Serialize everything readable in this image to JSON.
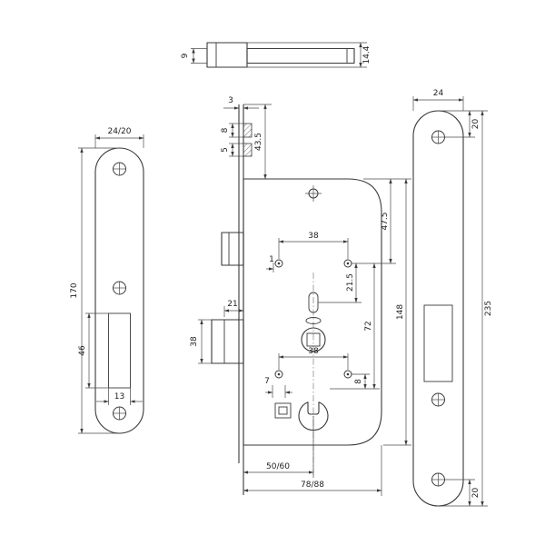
{
  "style": {
    "background": "#ffffff",
    "line_color": "#3a3a3a",
    "dim_color": "#4a4a4a",
    "text_color": "#1e1e1e"
  },
  "views": {
    "spindle": {
      "dim_shaft_height": "9",
      "dim_head_height": "14.4"
    },
    "left_plate": {
      "dim_width": "24/20",
      "dim_length": "170",
      "dim_cutout_length": "46",
      "dim_cutout_width": "13"
    },
    "lock_body": {
      "dim_faceplate_thickness": "3",
      "dim_detail_a": "8",
      "dim_detail_b": "5",
      "dim_top_offset": "43.5",
      "dim_screw_line_offset": "47.5",
      "dim_screw_spacing": "38",
      "dim_offset_small": "1",
      "dim_follower_offset": "21.5",
      "dim_case_height": "148",
      "dim_spindle_to_cylinder": "72",
      "dim_bolt_throw": "21",
      "dim_bolt_height": "38",
      "dim_lower_spacing": "38",
      "dim_cylinder_offset": "8",
      "dim_detail_c": "7",
      "dim_backset": "50/60",
      "dim_case_depth": "78/88"
    },
    "right_plate": {
      "dim_width": "24",
      "dim_top_screw_offset": "20",
      "dim_length": "235",
      "dim_bottom_screw_offset": "20"
    }
  }
}
